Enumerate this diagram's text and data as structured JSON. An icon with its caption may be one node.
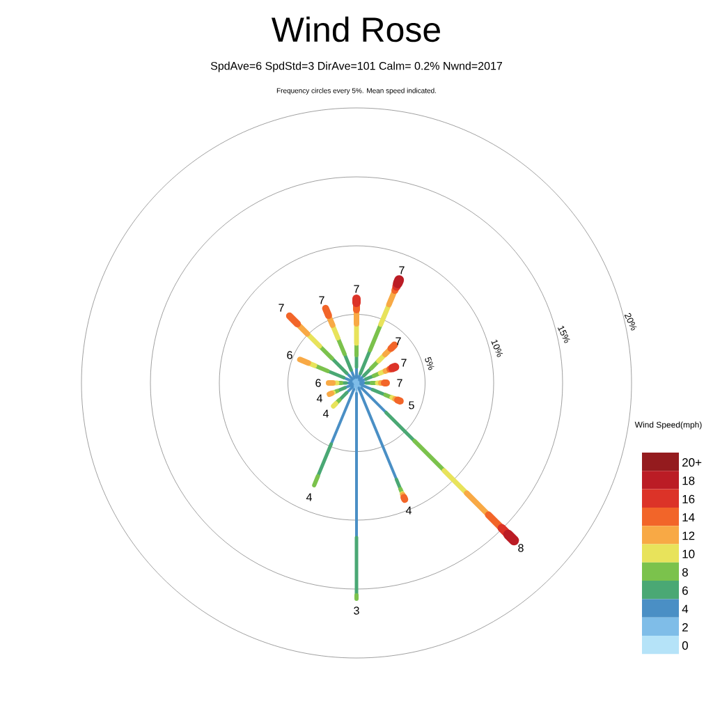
{
  "diagram": {
    "title": "Wind Rose",
    "labels": [
      "SpdAve=6  SpdStd=3  DirAve=101   Calm= 0.2%  Nwnd=2017",
      "Frequency circles every 5%. Mean speed indicated.",
      "20%",
      "15%",
      "10%",
      "5%",
      "7",
      "7",
      "7",
      "7",
      "7",
      "6",
      "7",
      "6",
      "7",
      "4",
      "5",
      "4",
      "Wind Speed(mph)",
      "4",
      "4",
      "8",
      "3"
    ],
    "legend": [
      {
        "text": "20+",
        "color": "#941b1e"
      },
      {
        "text": "18",
        "color": "#bb1c25"
      },
      {
        "text": "16",
        "color": "#dc3328"
      },
      {
        "text": "14",
        "color": "#f26529"
      },
      {
        "text": "12",
        "color": "#f8a945"
      },
      {
        "text": "10",
        "color": "#e8e35b"
      },
      {
        "text": "8",
        "color": "#7bc24c"
      },
      {
        "text": "6",
        "color": "#4aa874"
      },
      {
        "text": "4",
        "color": "#4a8fc5"
      },
      {
        "text": "2",
        "color": "#7fbde8"
      },
      {
        "text": "0",
        "color": "#b5e3f8"
      }
    ]
  }
}
